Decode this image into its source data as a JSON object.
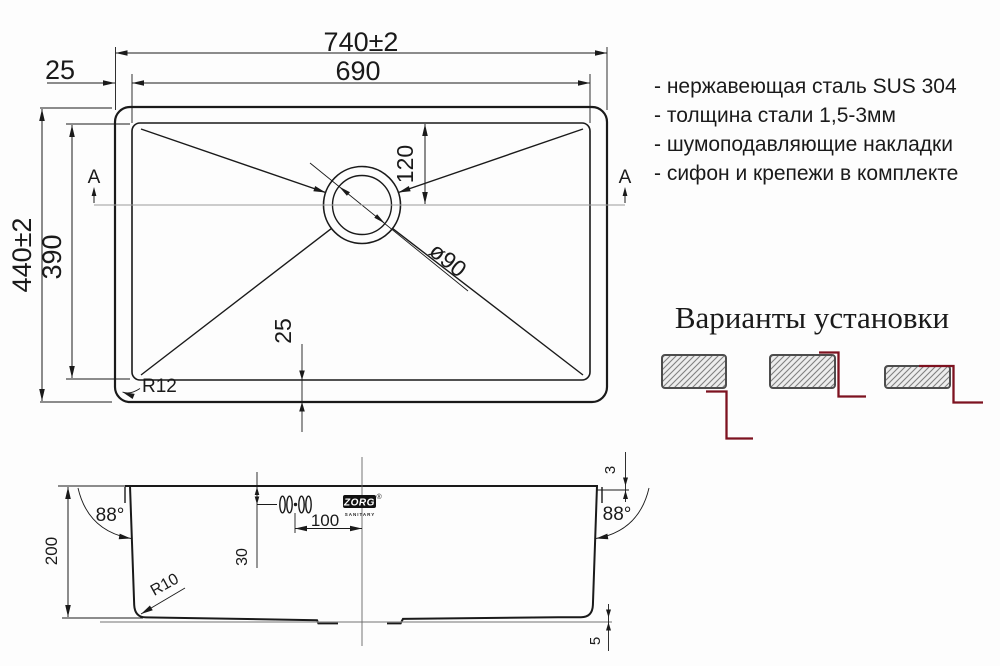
{
  "top_view": {
    "width_outer": "740±2",
    "width_inner": "690",
    "rim_side": "25",
    "height_outer": "440±2",
    "height_inner": "390",
    "drain_offset_top": "120",
    "drain_diameter": "ø90",
    "rim_bottom": "25",
    "corner_radius": "R12",
    "section_letter": "A"
  },
  "section_view": {
    "depth": "200",
    "angle_left": "88°",
    "angle_right": "88°",
    "hole_offset_vertical": "30",
    "hole_offset_horizontal": "100",
    "bottom_radius": "R10",
    "rim_lip": "3",
    "bottom_step": "5",
    "logo": {
      "brand": "ZORG",
      "registered": "®",
      "subtitle": "SANITARY"
    }
  },
  "specs": {
    "items": [
      "- нержавеющая сталь SUS 304",
      "- толщина стали 1,5-3мм",
      "- шумоподавляющие накладки",
      "- сифон и крепежи в комплекте"
    ]
  },
  "installation": {
    "title": "Варианты установки"
  },
  "colors": {
    "line": "#1a1a1a",
    "section_line": "#9a9a9a",
    "red_accent": "#7d1220",
    "hatch_fill": "#ededed",
    "hatch_line": "#808080"
  }
}
